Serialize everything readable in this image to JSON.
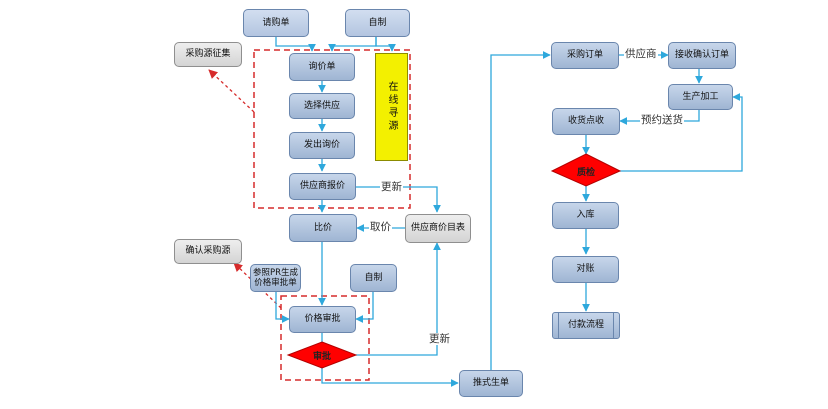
{
  "nodes": {
    "qinggoudan": "请购单",
    "zizhi_top": "自制",
    "caigouyuan_zhengji": "采购源征集",
    "xunjiadan": "询价单",
    "zaixian_xunyuan": "在线寻源",
    "xuanze_gongying": "选择供应",
    "fachu_xunjia": "发出询价",
    "gongyingshang_baojia": "供应商报价",
    "bijia": "比价",
    "gongyingshang_jiamubiao": "供应商价目表",
    "queren_caigouyuan": "确认采购源",
    "canzhao_pr": "参照PR生成价格审批单",
    "zizhi_mid": "自制",
    "jiage_shenpi": "价格审批",
    "shenpi": "审批",
    "tuishi_shengdan": "推式生单",
    "caigou_dingdan": "采购订单",
    "jieshou_queren": "接收确认订单",
    "shengchan_jiagong": "生产加工",
    "shouhuo_diandian": "收货点收",
    "zhijian": "质检",
    "ruku": "入库",
    "duizhang": "对账",
    "fukuan_liucheng": "付款流程"
  },
  "edge_labels": {
    "gengxin_1": "更新",
    "qujia": "取价",
    "gengxin_2": "更新",
    "gongyingshang": "供应商",
    "yuyue_songhuo": "预约送货"
  },
  "colors": {
    "flow_line": "#2ea8dc",
    "dashed_border": "#d62b2b",
    "diamond_fill": "#ff0000"
  }
}
